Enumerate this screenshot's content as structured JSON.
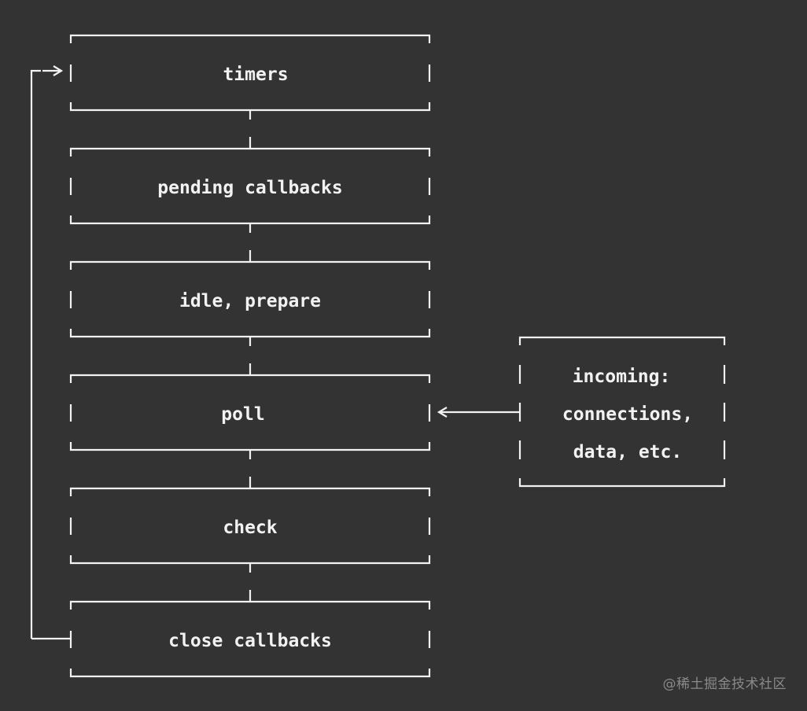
{
  "diagram": {
    "phases": [
      {
        "label": "timers"
      },
      {
        "label": "pending callbacks"
      },
      {
        "label": "idle, prepare"
      },
      {
        "label": "poll"
      },
      {
        "label": "check"
      },
      {
        "label": "close callbacks"
      }
    ],
    "incoming": {
      "lines": [
        "incoming:",
        "connections,",
        "data, etc."
      ]
    },
    "colors": {
      "background": "#333333",
      "stroke": "#f2f2f2",
      "watermark": "#8a8a8a"
    }
  },
  "watermark": "@稀土掘金技术社区"
}
